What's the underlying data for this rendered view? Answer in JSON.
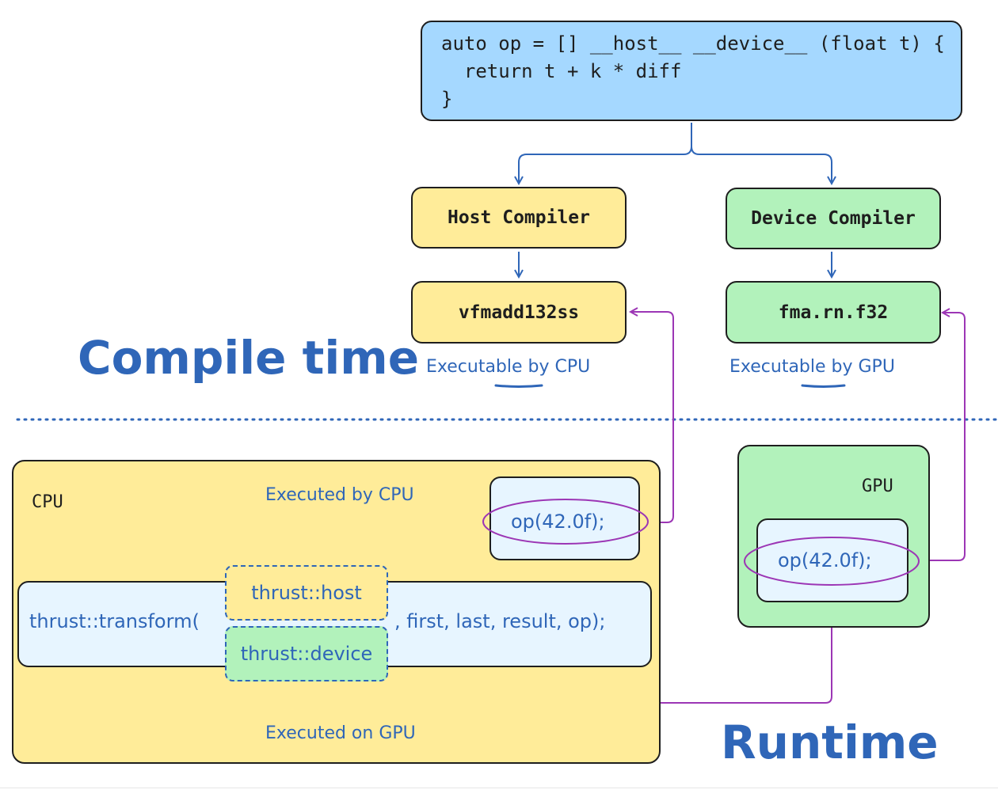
{
  "code": {
    "line1": "auto op = [] __host__ __device__ (float t) {",
    "line2": "  return t + k * diff",
    "line3": "}"
  },
  "compilers": {
    "host": "Host Compiler",
    "device": "Device Compiler"
  },
  "instructions": {
    "cpu": "vfmadd132ss",
    "gpu": "fma.rn.f32"
  },
  "notes": {
    "exec_cpu": "Executable by CPU",
    "exec_gpu": "Executable by GPU",
    "executed_by_cpu": "Executed by CPU",
    "executed_on_gpu": "Executed on GPU"
  },
  "sections": {
    "compile_time": "Compile time",
    "runtime": "Runtime"
  },
  "cpu_panel": {
    "title": "CPU",
    "call": "op(42.0f);",
    "transform_prefix": "thrust::transform(",
    "transform_suffix": ", first, last, result, op);",
    "policy_host": "thrust::host",
    "policy_device": "thrust::device"
  },
  "gpu_panel": {
    "title": "GPU",
    "call": "op(42.0f);"
  },
  "colors": {
    "blue_box": "#a5d8ff",
    "yellow": "#ffec99",
    "green": "#b2f2bb",
    "light_blue": "#e7f5ff",
    "accent_blue": "#2f66b8",
    "purple": "#9c36b5"
  }
}
